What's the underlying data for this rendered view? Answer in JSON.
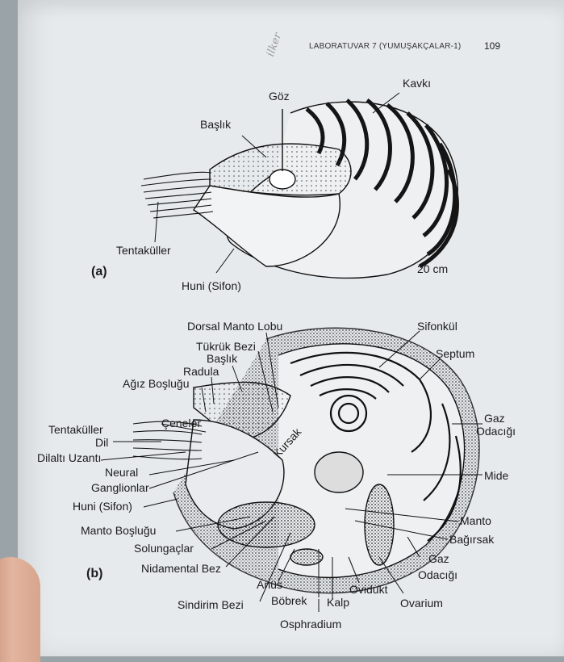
{
  "header": {
    "running_title": "LABORATUVAR 7 (YUMUŞAKÇALAR-1)",
    "page_number": "109"
  },
  "handwriting": "ilker",
  "figure_a": {
    "panel_label": "(a)",
    "labels": {
      "kavki": "Kavkı",
      "goz": "Göz",
      "baslik": "Başlık",
      "tentakuller": "Tentaküller",
      "huni": "Huni (Sifon)",
      "scale": "20 cm"
    }
  },
  "figure_b": {
    "panel_label": "(b)",
    "labels": {
      "dorsal_manto_lobu": "Dorsal Manto Lobu",
      "sifonkul": "Sifonkül",
      "tukruk_bezi": "Tükrük Bezi",
      "septum": "Septum",
      "baslik": "Başlık",
      "radula": "Radula",
      "agiz_boslugu": "Ağız Boşluğu",
      "gaz_odacigi_1a": "Gaz",
      "gaz_odacigi_1b": "Odacığı",
      "ceneler": "Çeneler",
      "tentakuller": "Tentaküller",
      "dil": "Dil",
      "dilalti_uzanti": "Dilaltı Uzantı",
      "kursak": "Kursak",
      "neural": "Neural",
      "ganglionlar": "Ganglionlar",
      "mide": "Mide",
      "huni": "Huni (Sifon)",
      "manto": "Manto",
      "manto_boslugu": "Manto Boşluğu",
      "bagirsak": "Bağırsak",
      "solungaclar": "Solungaçlar",
      "gaz_odacigi_2a": "Gaz",
      "gaz_odacigi_2b": "Odacığı",
      "nidamental_bez": "Nidamental Bez",
      "anus": "Anüs",
      "ovidukt": "Ovidukt",
      "ovarium": "Ovarium",
      "sindirim_bezi": "Sindirim Bezi",
      "bobrek": "Böbrek",
      "kalp": "Kalp",
      "osphradium": "Osphradium"
    }
  }
}
